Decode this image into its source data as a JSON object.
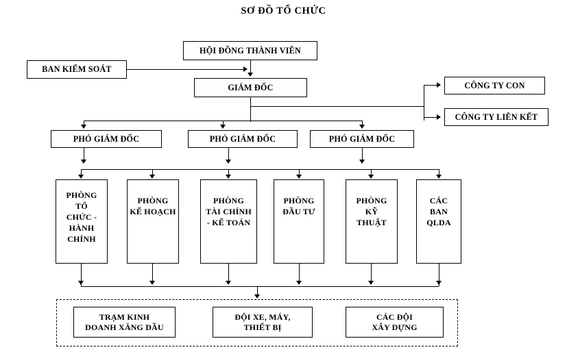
{
  "title": "SƠ ĐỒ TỔ CHỨC",
  "nodes": {
    "members_council": "HỘI ĐỒNG THÀNH VIÊN",
    "control_board": "BAN KIỂM SOÁT",
    "director": "GIÁM ĐỐC",
    "subsidiary": "CÔNG TY CON",
    "affiliate": "CÔNG TY LIÊN KẾT",
    "deputy_1": "PHÓ GIÁM ĐỐC",
    "deputy_2": "PHÓ GIÁM ĐỐC",
    "deputy_3": "PHÓ GIÁM ĐỐC"
  },
  "departments": [
    {
      "label": "PHÒNG\nTỔ\nCHỨC -\nHÀNH\nCHÍNH"
    },
    {
      "label": "PHÒNG\nKẾ HOẠCH"
    },
    {
      "label": "PHÒNG\nTÀI CHÍNH\n- KẾ TOÁN"
    },
    {
      "label": "PHÒNG\nĐẦU TƯ"
    },
    {
      "label": "PHÒNG\nKỸ\nTHUẬT"
    },
    {
      "label": "CÁC\nBAN\nQLDA"
    }
  ],
  "units": [
    {
      "label": "TRẠM KINH\nDOANH XĂNG DẦU"
    },
    {
      "label": "ĐỘI XE, MÁY,\nTHIẾT BỊ"
    },
    {
      "label": "CÁC ĐỘI\nXÂY DỰNG"
    }
  ],
  "colors": {
    "line": "#000000",
    "box_border": "#000000",
    "background": "#ffffff",
    "text": "#000000"
  }
}
